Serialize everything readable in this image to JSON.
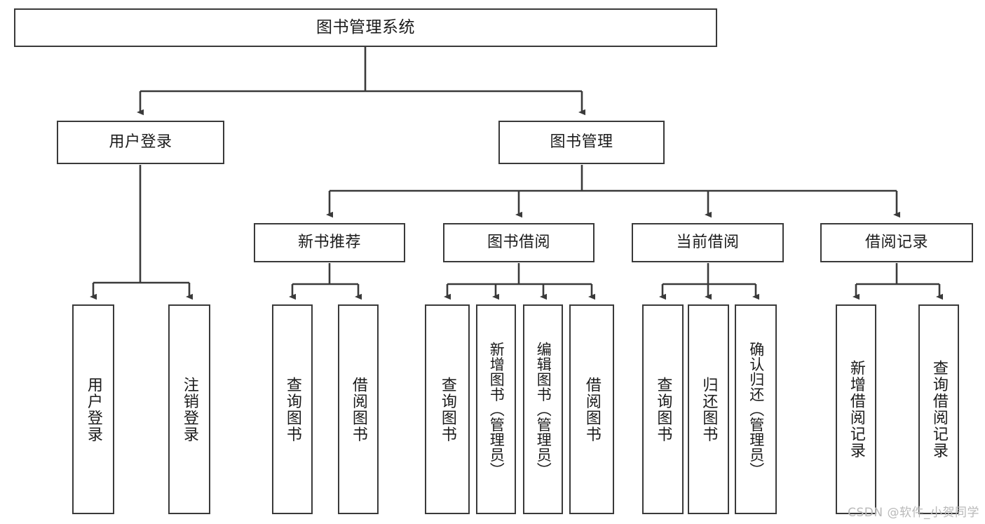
{
  "diagram": {
    "type": "tree-hierarchy-chart",
    "title": "图书管理系统",
    "watermark": "CSDN @软件_小贺同学",
    "colors": {
      "stroke": "#3a3a3a",
      "fill": "#ffffff",
      "text": "#1b1b1b",
      "watermark": "#b9b9b9"
    },
    "nodes": {
      "root": {
        "label": "图书管理系统"
      },
      "level1": [
        {
          "label": "用户登录"
        },
        {
          "label": "图书管理"
        }
      ],
      "level2": [
        {
          "label": "新书推荐"
        },
        {
          "label": "图书借阅"
        },
        {
          "label": "当前借阅"
        },
        {
          "label": "借阅记录"
        }
      ],
      "leaves": {
        "user_login": [
          {
            "label": "用户登录"
          },
          {
            "label": "注销登录"
          }
        ],
        "new_book_recommend": [
          {
            "label": "查询图书"
          },
          {
            "label": "借阅图书"
          }
        ],
        "book_borrow": [
          {
            "label": "查询图书"
          },
          {
            "label": "新增图书（管理员）"
          },
          {
            "label": "编辑图书（管理员）"
          },
          {
            "label": "借阅图书"
          }
        ],
        "current_borrow": [
          {
            "label": "查询图书"
          },
          {
            "label": "归还图书"
          },
          {
            "label": "确认归还（管理员）"
          }
        ],
        "borrow_record": [
          {
            "label": "新增借阅记录"
          },
          {
            "label": "查询借阅记录"
          }
        ]
      }
    }
  }
}
